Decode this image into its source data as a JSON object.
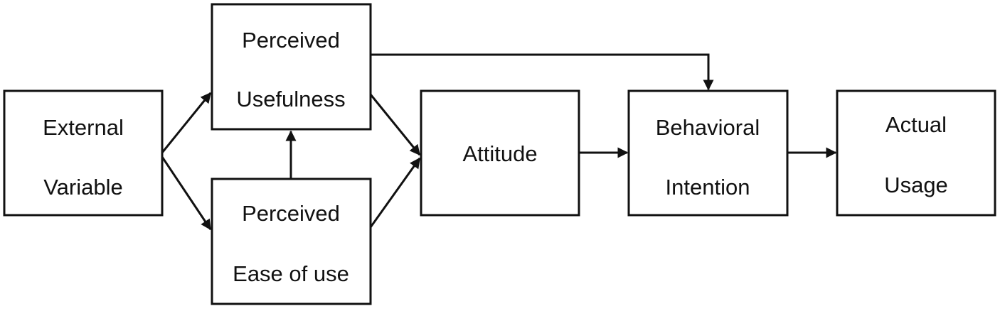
{
  "nodes": {
    "external": {
      "line1": "External",
      "line2": "Variable"
    },
    "usefulness": {
      "line1": "Perceived",
      "line2": "Usefulness"
    },
    "ease": {
      "line1": "Perceived",
      "line2": "Ease of use"
    },
    "attitude": {
      "line1": "Attitude"
    },
    "intention": {
      "line1": "Behavioral",
      "line2": "Intention"
    },
    "usage": {
      "line1": "Actual",
      "line2": "Usage"
    }
  },
  "edges": [
    {
      "from": "external",
      "to": "usefulness"
    },
    {
      "from": "external",
      "to": "ease"
    },
    {
      "from": "ease",
      "to": "usefulness"
    },
    {
      "from": "usefulness",
      "to": "attitude"
    },
    {
      "from": "ease",
      "to": "attitude"
    },
    {
      "from": "usefulness",
      "to": "intention"
    },
    {
      "from": "attitude",
      "to": "intention"
    },
    {
      "from": "intention",
      "to": "usage"
    }
  ],
  "colors": {
    "stroke": "#111111",
    "fill": "#ffffff"
  }
}
